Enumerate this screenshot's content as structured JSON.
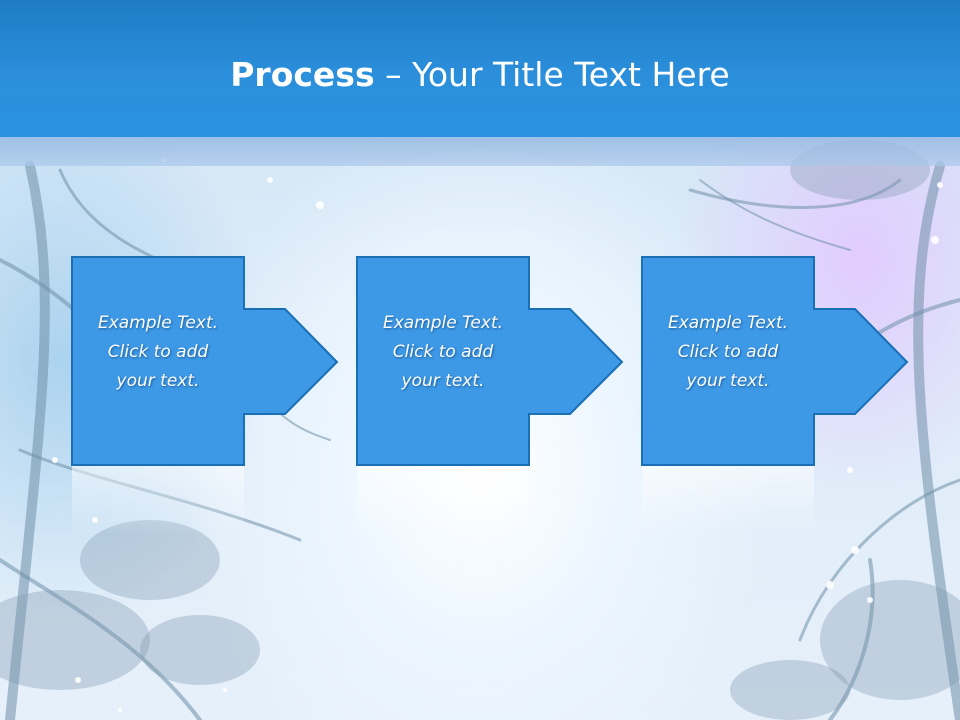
{
  "slide": {
    "title_bold": "Process",
    "title_separator": "–",
    "title_rest": "Your Title Text Here"
  },
  "steps": [
    {
      "text": "Example Text.\nClick  to add\nyour text."
    },
    {
      "text": "Example Text.\nClick  to add\nyour text."
    },
    {
      "text": "Example Text.\nClick  to add\nyour text."
    }
  ],
  "colors": {
    "header": "#2a8ede",
    "step_fill": "#3d99e6",
    "step_border": "#1a6fb5"
  },
  "icons": {
    "step_arrow": "right-arrow-icon"
  }
}
